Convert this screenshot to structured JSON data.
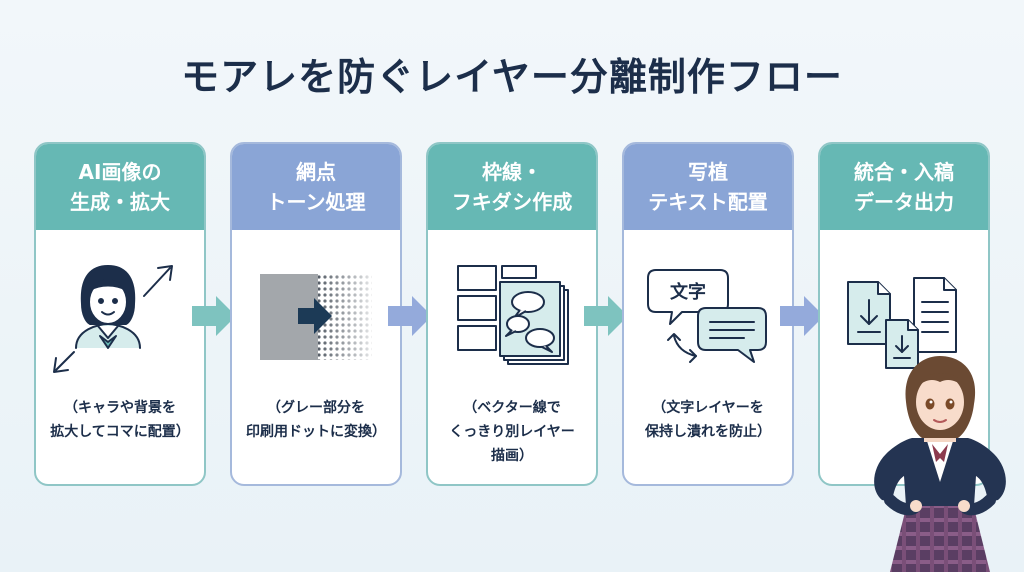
{
  "title": "モアレを防ぐレイヤー分離制作フロー",
  "steps": [
    {
      "title_lines": [
        "AI画像の",
        "生成・拡大"
      ],
      "desc_lines": [
        "（キャラや背景を",
        "拡大してコマに配置）"
      ]
    },
    {
      "title_lines": [
        "網点",
        "トーン処理"
      ],
      "desc_lines": [
        "（グレー部分を",
        "印刷用ドットに変換）"
      ]
    },
    {
      "title_lines": [
        "枠線・",
        "フキダシ作成"
      ],
      "desc_lines": [
        "（ベクター線で",
        "くっきり別レイヤー",
        "描画）"
      ]
    },
    {
      "title_lines": [
        "写植",
        "テキスト配置"
      ],
      "desc_lines": [
        "（文字レイヤーを",
        "保持し潰れを防止）"
      ]
    },
    {
      "title_lines": [
        "統合・入稿",
        "データ出力"
      ],
      "desc_lines": []
    }
  ],
  "icons": {
    "step1": "person-with-resize-arrows-icon",
    "step2": "gray-to-halftone-icon",
    "step3": "panel-frames-with-speech-bubbles-icon",
    "step4": "text-speech-bubbles-icon",
    "step5": "download-documents-icon",
    "step4_bubble_text": "文字"
  },
  "colors": {
    "title": "#1c2e4a",
    "teal_header": "#66b8b4",
    "blue_header": "#8aa5d6",
    "teal_arrow": "#7ec3bf",
    "blue_arrow": "#94aadb"
  }
}
